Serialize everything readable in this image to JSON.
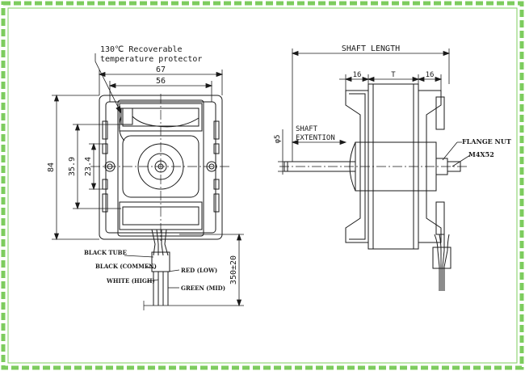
{
  "colors": {
    "frame": "#7dcc5e",
    "line": "#1a1a1a",
    "paper": "#ffffff"
  },
  "front_view": {
    "protector_label_line1": "130℃ Recoverable",
    "protector_label_line2": "temperature protector",
    "dim_width_outer": "67",
    "dim_width_inner": "56",
    "dim_height_total": "84",
    "dim_height_holes": "35.9",
    "dim_half_height": "23.4",
    "dim_lead_length": "350±20"
  },
  "wires": {
    "black_tube": "BLACK TUBE",
    "black": "BLACK (COMMEN)",
    "white": "WHITE (HIGH)",
    "red": "RED (LOW)",
    "green": "GREEN (MID)"
  },
  "side_view": {
    "shaft_length": "SHAFT LENGTH",
    "dim_left": "16",
    "dim_mid": "T",
    "dim_right": "16",
    "shaft_diameter": "φ5",
    "shaft_extension_line1": "SHAFT",
    "shaft_extension_line2": "EXTENTION",
    "flange_nut": "FLANGE NUT",
    "thread": "M4X52"
  }
}
